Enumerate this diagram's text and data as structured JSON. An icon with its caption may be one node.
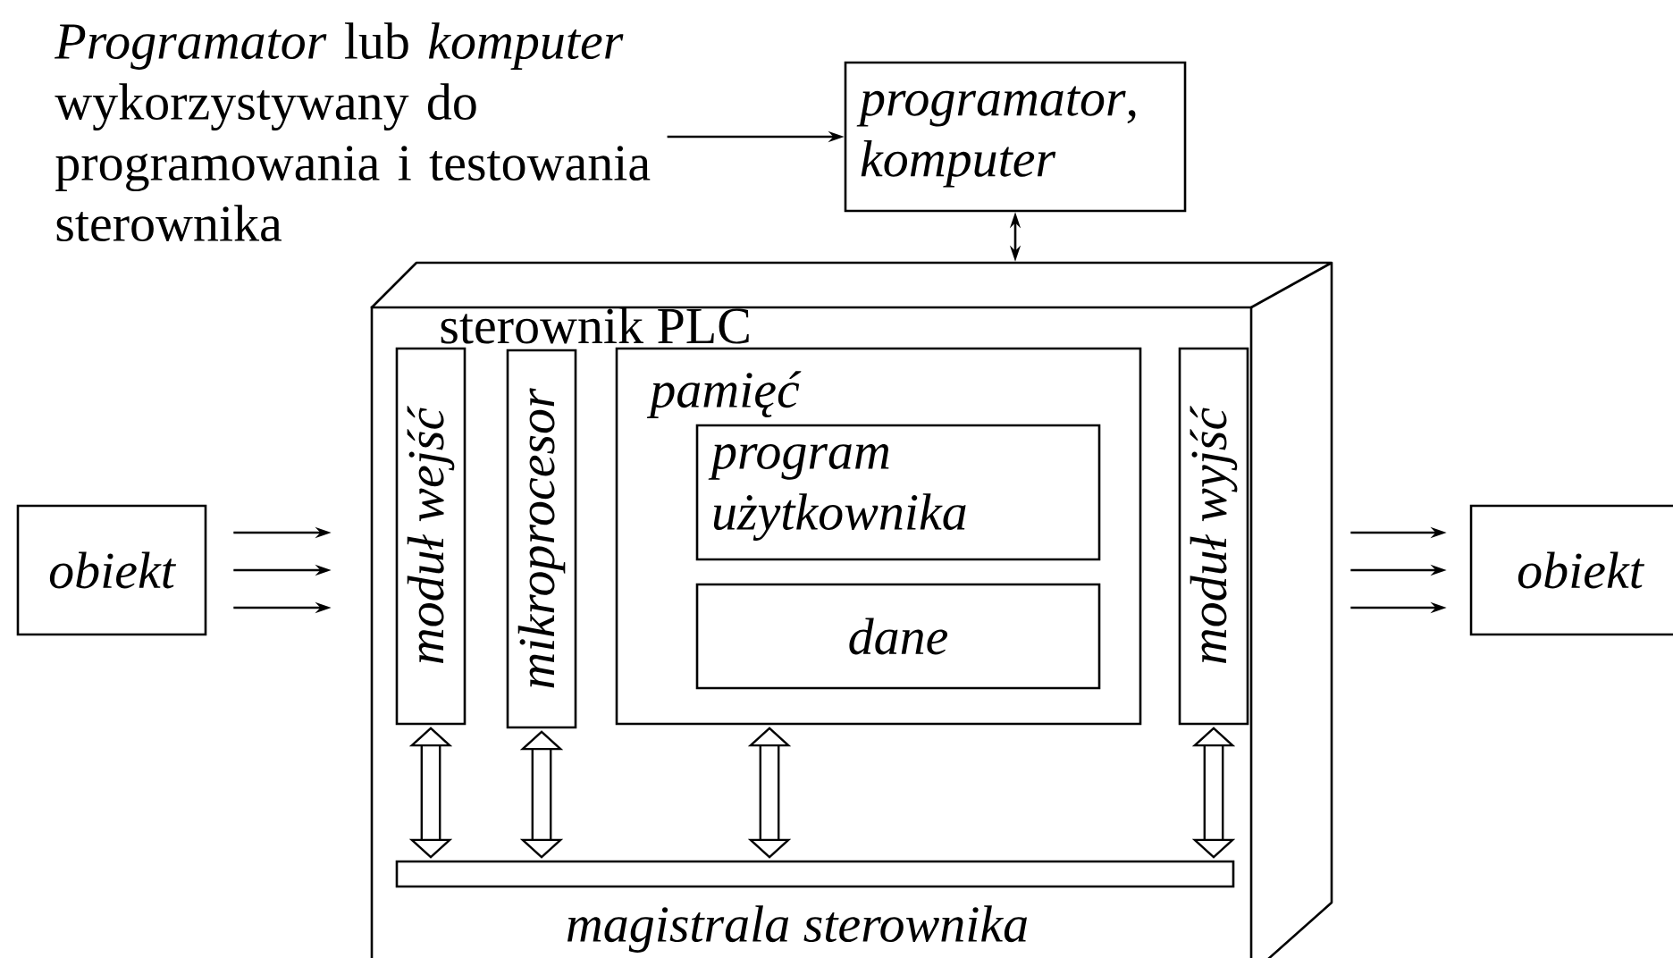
{
  "diagram": {
    "nodes": [
      {
        "text": [
          "*Programator* lub *komputer* wykorzystywany do programowania i testowania sterownika"
        ]
      },
      {
        "text": [
          "*programator*, *komputer*"
        ]
      },
      {
        "text": [
          "sterownik PLC"
        ]
      },
      {
        "text": [
          "moduł wejść"
        ],
        "in": 2
      },
      {
        "text": [
          "mikroprocesor"
        ],
        "in": 2
      },
      {
        "text": [
          "pamięć"
        ],
        "in": 2
      },
      {
        "text": [
          "program użytkownika"
        ],
        "in": 5
      },
      {
        "text": [
          "dane"
        ],
        "in": 5
      },
      {
        "text": [
          "moduł wyjść"
        ],
        "in": 2
      },
      {
        "text": [
          "magistrala sterownika"
        ],
        "in": 2
      },
      {
        "text": [
          "obiekt"
        ]
      },
      {
        "text": [
          "obiekt"
        ]
      }
    ],
    "edges": [
      {
        "from": 0,
        "to": 1,
        "arrow": "to"
      },
      {
        "from": 1,
        "to": 2,
        "arrow": "both"
      },
      {
        "from": 10,
        "to": 2,
        "arrow": "to"
      },
      {
        "from": 10,
        "to": 2,
        "arrow": "to"
      },
      {
        "from": 10,
        "to": 2,
        "arrow": "to"
      },
      {
        "from": 2,
        "to": 11,
        "arrow": "to"
      },
      {
        "from": 2,
        "to": 11,
        "arrow": "to"
      },
      {
        "from": 2,
        "to": 11,
        "arrow": "to"
      },
      {
        "from": 3,
        "to": 9,
        "arrow": "both",
        "style": "thick"
      },
      {
        "from": 4,
        "to": 9,
        "arrow": "both",
        "style": "thick"
      },
      {
        "from": 5,
        "to": 9,
        "arrow": "both",
        "style": "thick"
      },
      {
        "from": 8,
        "to": 9,
        "arrow": "both",
        "style": "thick"
      }
    ]
  }
}
